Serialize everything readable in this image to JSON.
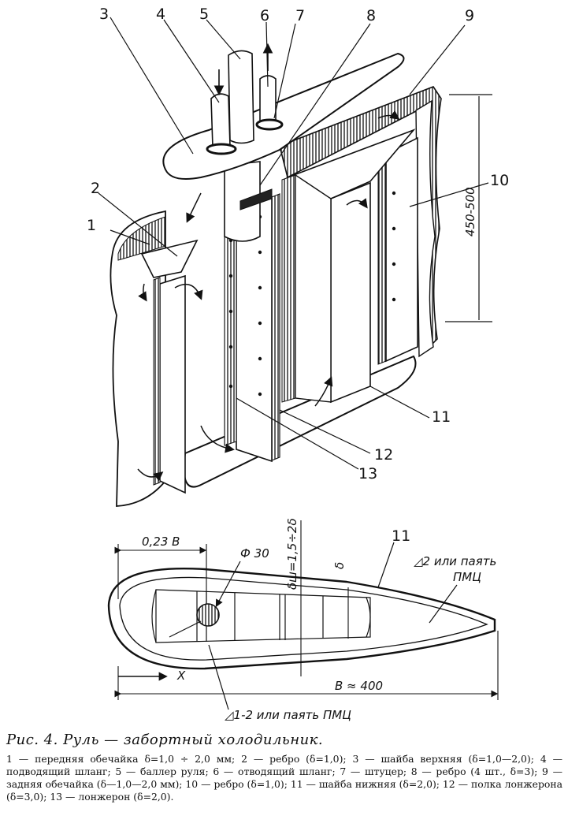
{
  "callouts": {
    "n1": "1",
    "n2": "2",
    "n3": "3",
    "n4": "4",
    "n5": "5",
    "n6": "6",
    "n7": "7",
    "n8": "8",
    "n9": "9",
    "n10": "10",
    "n11": "11",
    "n12": "12",
    "n13": "13",
    "n11_section": "11"
  },
  "dimensions": {
    "height_range": "450-500",
    "leading_edge_fraction": "0,23 B",
    "stock_diameter": "Ф 30",
    "shell_thickness": "δш=1,5÷2δ",
    "rib_thickness": "δ",
    "chord_length": "B ≈ 400",
    "x_axis": "X",
    "weld_trailing": "◿2 или паять",
    "weld_trailing_2": "ПМЦ",
    "weld_bottom": "◿1-2 или паять ПМЦ"
  },
  "caption": {
    "title": "Рис. 4. Руль — забортный холодильник.",
    "legend": "1 — передняя обечайка δ=1,0 ÷ 2,0 мм; 2 — ребро (δ=1,0); 3 — шайба верхняя (δ=1,0—2,0); 4 — подводящий шланг; 5 — баллер руля; 6 — отводящий шланг; 7 — штуцер; 8 — ребро (4 шт., δ=3); 9 — задняя обечайка (δ—1,0—2,0 мм); 10 — ребро (δ=1,0); 11 — шайба нижняя (δ=2,0); 12 — полка лонжерона (δ=3,0); 13 — лонжерон (δ=2,0)."
  }
}
